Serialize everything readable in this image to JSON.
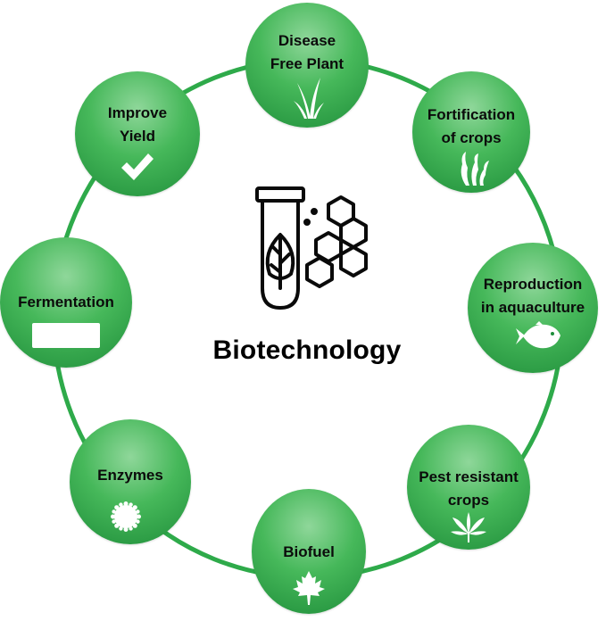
{
  "center": {
    "title": "Biotechnology",
    "icon": "test-tube-leaf-molecule-icon"
  },
  "colors": {
    "ring": "#2eaa4a",
    "node_light": "#8fd79a",
    "node_dark": "#1f8e3a",
    "icon_fill": "#ffffff",
    "text": "#000000"
  },
  "nodes": {
    "disease_free_plant": {
      "line1": "Disease",
      "line2": "Free Plant",
      "icon": "grass-icon"
    },
    "fortification": {
      "line1": "Fortification",
      "line2": "of crops",
      "icon": "seaweed-icon"
    },
    "aquaculture": {
      "line1": "Reproduction",
      "line2": "in aquaculture",
      "icon": "fish-icon"
    },
    "pest_resistant": {
      "line1": "Pest resistant",
      "line2": "crops",
      "icon": "cannabis-leaf-icon"
    },
    "biofuel": {
      "line1": "Biofuel",
      "icon": "maple-leaf-icon"
    },
    "enzymes": {
      "line1": "Enzymes",
      "icon": "gear-icon"
    },
    "fermentation": {
      "line1": "Fermentation",
      "icon": "rectangle-icon"
    },
    "improve_yield": {
      "line1": "Improve",
      "line2": "Yield",
      "icon": "checkmark-icon"
    }
  }
}
